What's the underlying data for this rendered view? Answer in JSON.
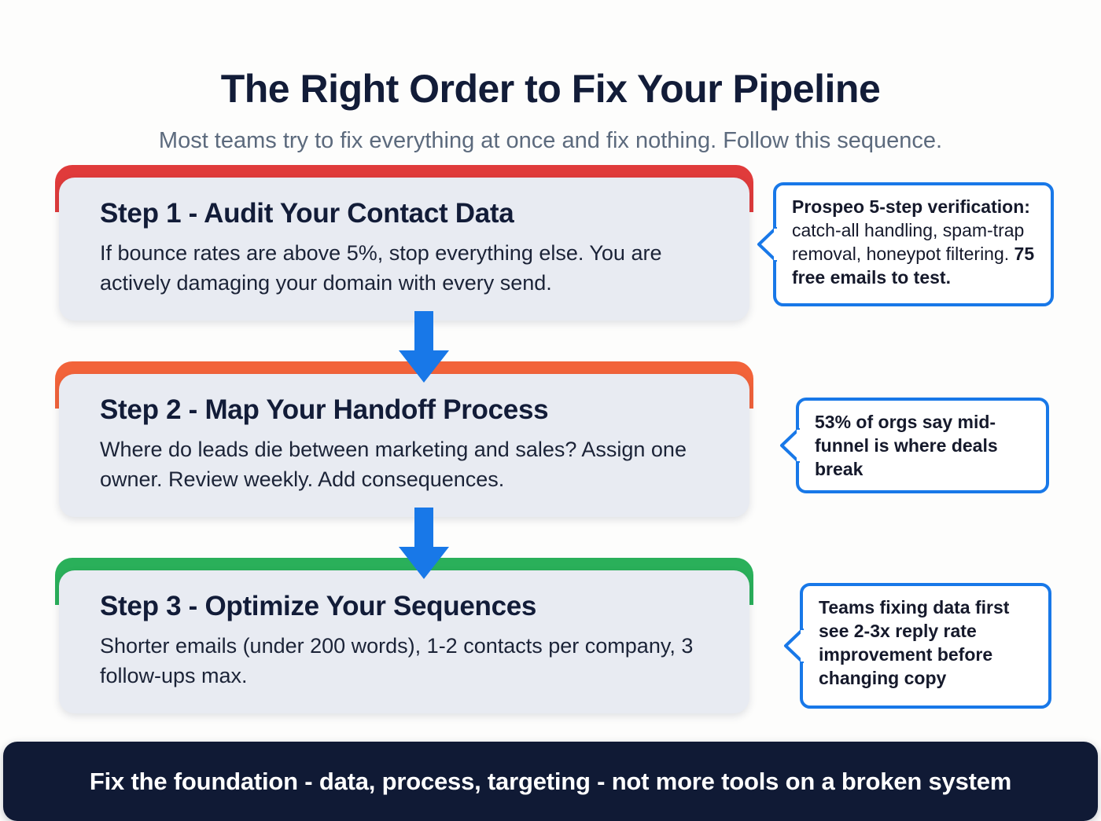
{
  "header": {
    "title": "The Right Order to Fix Your Pipeline",
    "subtitle": "Most teams try to fix everything at once and fix nothing. Follow this sequence."
  },
  "colors": {
    "background": "#fdfdfc",
    "card_fill": "#e8ebf2",
    "title_navy": "#121c38",
    "subtitle_gray": "#5c6a7d",
    "accent_step1_red": "#e03b3b",
    "accent_step2_orange": "#f2633a",
    "accent_step3_green": "#2ab05a",
    "arrow_blue": "#1878e8",
    "callout_border_blue": "#1878e8",
    "banner_navy": "#101a35"
  },
  "steps": [
    {
      "id": "step-1",
      "accent": "#e03b3b",
      "title": "Step 1 - Audit Your Contact Data",
      "description": "If bounce rates are above 5%, stop everything else. You are actively damaging your domain with every send."
    },
    {
      "id": "step-2",
      "accent": "#f2633a",
      "title": "Step 2 - Map Your Handoff Process",
      "description": "Where do leads die between marketing and sales? Assign one owner. Review weekly. Add consequences."
    },
    {
      "id": "step-3",
      "accent": "#2ab05a",
      "title": "Step 3 - Optimize Your Sequences",
      "description": "Shorter emails (under 200 words), 1-2 contacts per company, 3 follow-ups max."
    }
  ],
  "callouts": [
    {
      "id": "callout-1",
      "lead_bold": "Prospeo 5-step verification:",
      "body": "catch-all handling, spam-trap removal, honeypot filtering.",
      "trail_bold": "75 free emails to test."
    },
    {
      "id": "callout-2",
      "text": "53% of orgs say mid-funnel is where deals break"
    },
    {
      "id": "callout-3",
      "text": "Teams fixing data first see 2-3x reply rate improvement before changing copy"
    }
  ],
  "banner": {
    "text": "Fix the foundation - data, process, targeting - not more tools on a broken system"
  },
  "icons": {
    "arrow_down": "down-arrow-icon",
    "callout_tail": "callout-tail-icon"
  }
}
